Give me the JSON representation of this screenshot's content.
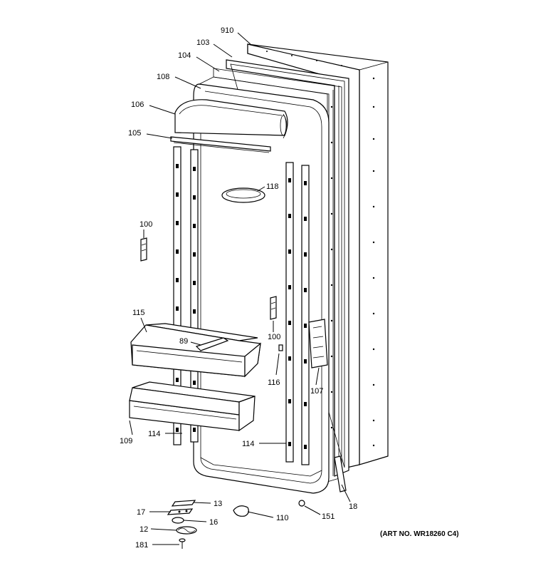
{
  "callouts": {
    "c910": "910",
    "c103": "103",
    "c104": "104",
    "c108": "108",
    "c106": "106",
    "c105": "105",
    "c118": "118",
    "c100a": "100",
    "c100b": "100",
    "c115": "115",
    "c89": "89",
    "c116": "116",
    "c107": "107",
    "c109": "109",
    "c114a": "114",
    "c114b": "114",
    "c18": "18",
    "c13": "13",
    "c17": "17",
    "c16": "16",
    "c12": "12",
    "c181": "181",
    "c110": "110",
    "c151": "151"
  },
  "art_number": "(ART NO. WR18260 C4)"
}
